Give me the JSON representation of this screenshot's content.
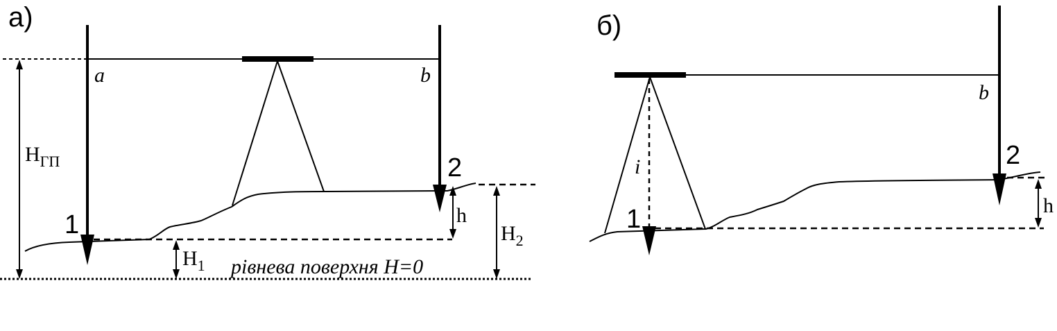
{
  "panel_a": {
    "label": "а)",
    "point_a": "a",
    "point_b": "b",
    "point_1": "1",
    "point_2": "2",
    "h_gp_main": "H",
    "h_gp_sub": "ГП",
    "h": "h",
    "h1_main": "H",
    "h1_sub": "1",
    "h2_main": "H",
    "h2_sub": "2",
    "level_surface": "рівнева поверхня H=0"
  },
  "panel_b": {
    "label": "б)",
    "point_b": "b",
    "point_1": "1",
    "point_2": "2",
    "i": "i",
    "h": "h"
  },
  "colors": {
    "ink": "#000000",
    "background": "#ffffff"
  }
}
